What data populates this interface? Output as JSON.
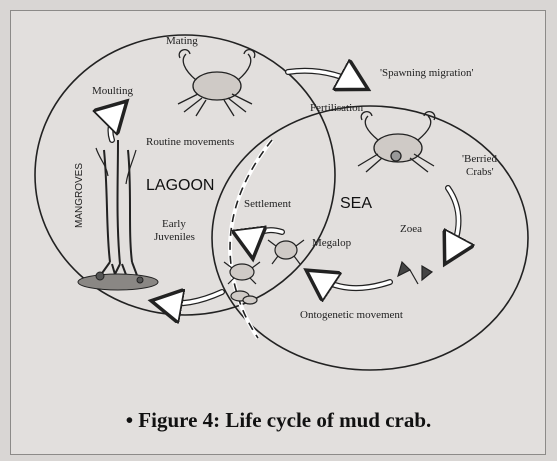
{
  "labels": {
    "mating": "Mating",
    "moulting": "Moulting",
    "spawning_migration": "'Spawning migration'",
    "fertilisation": "Fertilisation",
    "berried_crabs": "'Berried Crabs'",
    "routine_movements": "Routine movements",
    "mangroves": "MANGROVES",
    "lagoon": "LAGOON",
    "sea": "SEA",
    "settlement": "Settlement",
    "early_juveniles": "Early Juveniles",
    "megalop": "Megalop",
    "zoea": "Zoea",
    "ontogenetic_movement": "Ontogenetic movement"
  },
  "caption": "• Figure 4: Life cycle of mud crab."
}
